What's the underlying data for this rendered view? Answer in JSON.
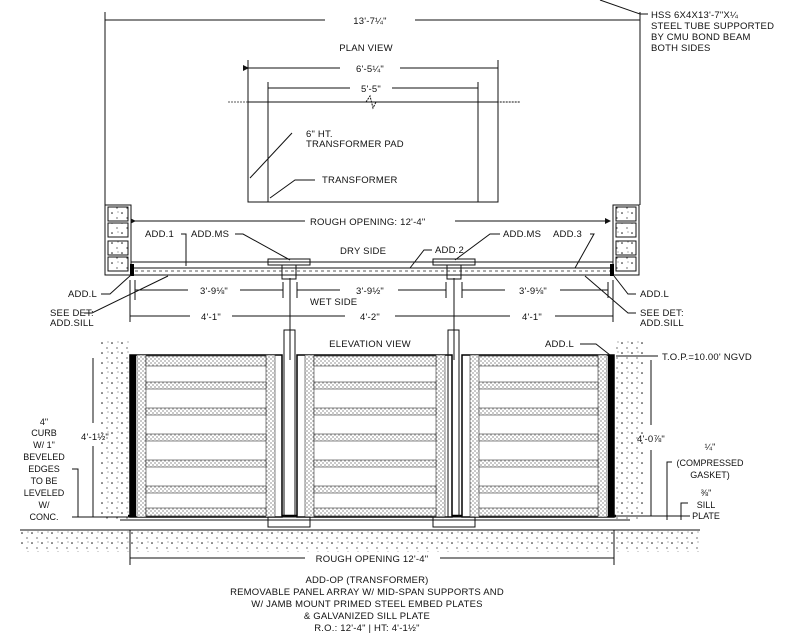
{
  "drawing": {
    "plan_view": {
      "title": "PLAN VIEW",
      "overall_dim": "13'-7¼\"",
      "pad_dim": "6'-5¼\"",
      "transformer_dim": "5'-5\"",
      "pad_label_1": "6\" HT.",
      "pad_label_2": "TRANSFORMER PAD",
      "transformer_label": "TRANSFORMER",
      "rough_opening": "ROUGH OPENING: 12'-4\"",
      "dry_side": "DRY SIDE",
      "wet_side": "WET SIDE",
      "tags": {
        "add1": "ADD.1",
        "addms_left": "ADD.MS",
        "add2": "ADD.2",
        "addms_right": "ADD.MS",
        "add3": "ADD.3",
        "addl_left": "ADD.L",
        "addl_right": "ADD.L"
      },
      "see_det_left": [
        "SEE DET:",
        "ADD.SILL"
      ],
      "see_det_right": [
        "SEE DET:",
        "ADD.SILL"
      ],
      "panel_dims": [
        "3'-9⅛\"",
        "3'-9½\"",
        "3'-9⅛\""
      ],
      "bay_dims": [
        "4'-1\"",
        "4'-2\"",
        "4'-1\""
      ]
    },
    "beam_note": [
      "HSS 6X4X13'-7\"X¼",
      "STEEL TUBE SUPPORTED",
      "BY CMU BOND BEAM",
      "BOTH SIDES"
    ],
    "elevation_view": {
      "title": "ELEVATION VIEW",
      "addl": "ADD.L",
      "top_elev": "T.O.P.=10.00' NGVD",
      "left_height": "4'-1½\"",
      "right_height": "4'-0⅞\"",
      "curb_note": [
        "4\"",
        "CURB",
        "W/ 1\"",
        "BEVELED",
        "EDGES",
        "TO BE",
        "LEVELED",
        "W/",
        "CONC."
      ],
      "gasket_note": [
        "¼\"",
        "(COMPRESSED",
        "GASKET)"
      ],
      "sill_note": [
        "⅜\"",
        "SILL",
        "PLATE"
      ],
      "rough_opening": "ROUGH OPENING 12'-4\""
    },
    "caption": [
      "ADD-OP (TRANSFORMER)",
      "REMOVABLE PANEL ARRAY W/ MID-SPAN SUPPORTS AND",
      "W/ JAMB MOUNT PRIMED STEEL EMBED PLATES",
      "& GALVANIZED SILL PLATE",
      "R.O.: 12'-4\" | HT: 4'-1½\""
    ]
  }
}
